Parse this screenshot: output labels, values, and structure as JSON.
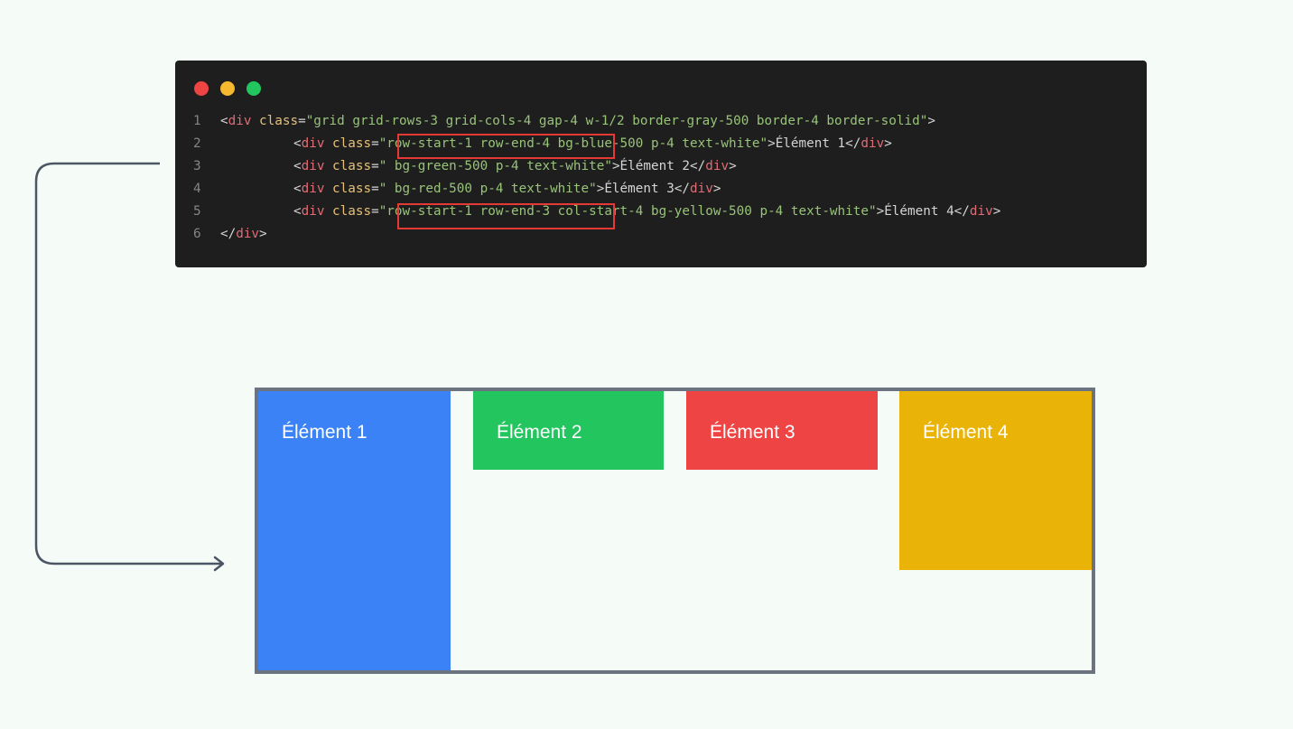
{
  "window_controls": {
    "close_color": "#ef4444",
    "minimize_color": "#f5b82e",
    "maximize_color": "#22c55e"
  },
  "code": {
    "lines": [
      {
        "num": "1",
        "parts": [
          "<",
          "div",
          " ",
          "class",
          "=",
          "\"grid grid-rows-3 grid-cols-4 gap-4 w-1/2 border-gray-500 border-4 border-solid\"",
          ">"
        ]
      },
      {
        "num": "2",
        "parts": [
          "<",
          "div",
          " ",
          "class",
          "=",
          "\"row-start-1 row-end-4 bg-blue-500 p-4 text-white\"",
          ">",
          "Élément 1",
          "</",
          "div",
          ">"
        ]
      },
      {
        "num": "3",
        "parts": [
          "<",
          "div",
          " ",
          "class",
          "=",
          "\" bg-green-500 p-4 text-white\"",
          ">",
          "Élément 2",
          "</",
          "div",
          ">"
        ]
      },
      {
        "num": "4",
        "parts": [
          "<",
          "div",
          " ",
          "class",
          "=",
          "\" bg-red-500 p-4 text-white\"",
          ">",
          "Élément 3",
          "</",
          "div",
          ">"
        ]
      },
      {
        "num": "5",
        "parts": [
          "<",
          "div",
          " ",
          "class",
          "=",
          "\"row-start-1 row-end-3 col-start-4 bg-yellow-500 p-4 text-white\"",
          ">",
          "Élément 4",
          "</",
          "div",
          ">"
        ]
      },
      {
        "num": "6",
        "parts": [
          "</",
          "div",
          ">"
        ]
      }
    ]
  },
  "grid_demo": {
    "items": [
      {
        "label": "Élément 1",
        "color": "#3b82f6"
      },
      {
        "label": "Élément 2",
        "color": "#22c55e"
      },
      {
        "label": "Élément 3",
        "color": "#ef4444"
      },
      {
        "label": "Élément 4",
        "color": "#eab308"
      }
    ],
    "border_color": "#6b7280"
  },
  "highlight_color": "#e53935",
  "connector_color": "#4b5563"
}
